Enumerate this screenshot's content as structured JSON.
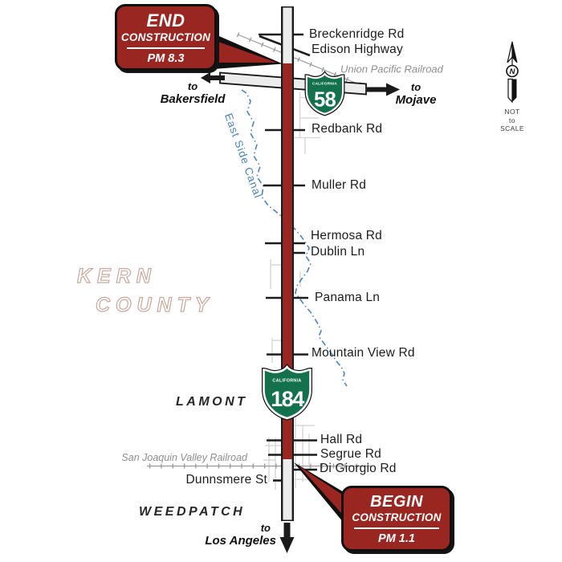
{
  "callouts": {
    "end": {
      "word": "END",
      "construction": "CONSTRUCTION",
      "pm": "PM 8.3"
    },
    "begin": {
      "word": "BEGIN",
      "construction": "CONSTRUCTION",
      "pm": "PM 1.1"
    }
  },
  "shields": {
    "sr58": {
      "state": "CALIFORNIA",
      "number": "58"
    },
    "sr184": {
      "state": "CALIFORNIA",
      "number": "184"
    }
  },
  "streets": [
    {
      "label": "Breckenridge Rd"
    },
    {
      "label": "Edison Highway"
    },
    {
      "label": "Redbank Rd"
    },
    {
      "label": "Muller Rd"
    },
    {
      "label": "Hermosa Rd"
    },
    {
      "label": "Dublin Ln"
    },
    {
      "label": "Panama Ln"
    },
    {
      "label": "Mountain View Rd"
    },
    {
      "label": "Hall Rd"
    },
    {
      "label": "Segrue Rd"
    },
    {
      "label": "Di Giorgio Rd"
    },
    {
      "label": "Dunnsmere St"
    }
  ],
  "railroads": {
    "union_pacific": "Union Pacific Railroad",
    "san_joaquin": "San Joaquin Valley Railroad"
  },
  "waterways": {
    "east_side_canal": "East Side Canal"
  },
  "places": {
    "county_line1": "KERN",
    "county_line2": "COUNTY",
    "lamont": "LAMONT",
    "weedpatch": "WEEDPATCH"
  },
  "directions": {
    "bakersfield": {
      "to": "to",
      "name": "Bakersfield"
    },
    "mojave": {
      "to": "to",
      "name": "Mojave"
    },
    "los_angeles": {
      "to": "to",
      "name": "Los Angeles"
    }
  },
  "compass": {
    "n": "N",
    "note1": "NOT",
    "note2": "to",
    "note3": "SCALE"
  },
  "colors": {
    "construction_red": "#9a2621",
    "road_gray": "#ececec",
    "shield_green": "#14714d",
    "canal_blue": "#4d82c0",
    "railroad_gray": "#999999",
    "county_outline": "#c9a89a"
  }
}
